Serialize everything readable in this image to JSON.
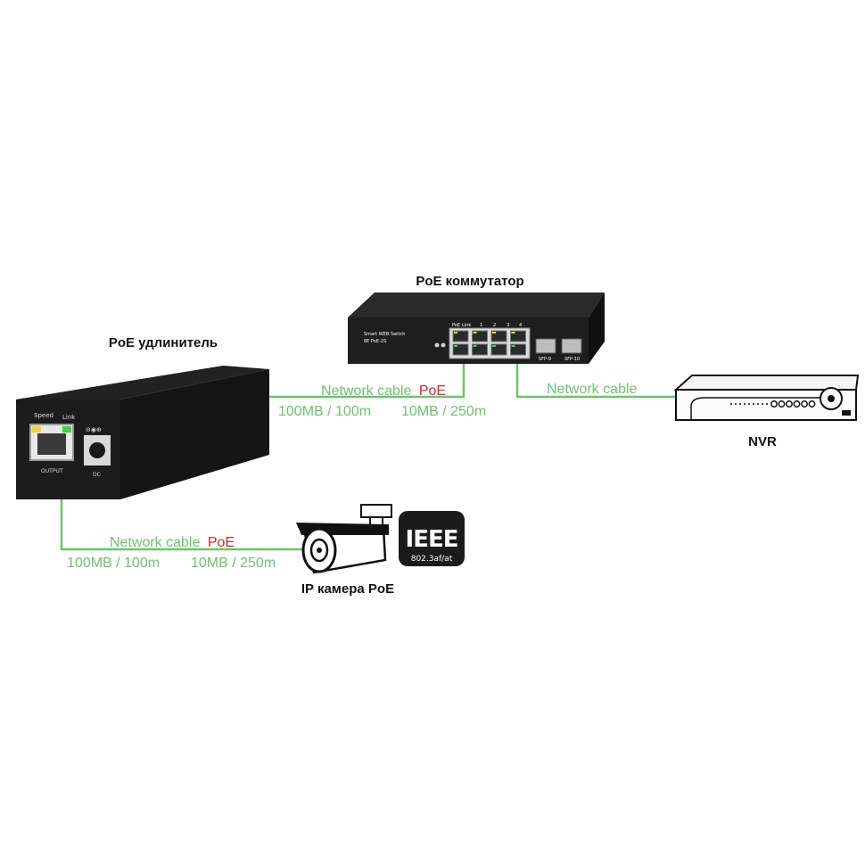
{
  "colors": {
    "cable": "#6cc36a",
    "poe": "#d12a2a",
    "device": "#1c1c1c",
    "device_side": "#0e0e0e",
    "nvr": "#f4f4f4"
  },
  "devices": {
    "switch": {
      "title": "PoE коммутатор",
      "panel_title": "Smart WEB Switch",
      "panel_model": "8E PoE-2S",
      "port_labels": [
        "PoE",
        "Link",
        "1",
        "2",
        "3",
        "4"
      ],
      "sfp_labels": [
        "SFP-9",
        "SFP-10"
      ],
      "port_count": 8
    },
    "extender": {
      "title": "PoE удлинитель",
      "speed_label": "Speed",
      "link_label": "Link",
      "output_label": "OUTPUT",
      "dc_label": "DC",
      "dc_symbol": "⊖◉⊕"
    },
    "nvr": {
      "title": "NVR"
    },
    "camera": {
      "title": "IP камера PoE"
    },
    "ieee_badge": {
      "logo": "IEEE",
      "standard": "802.3af/at"
    }
  },
  "connections": {
    "switch_extender": {
      "cable": "Network cable",
      "poe": "PoE",
      "spec_left": "100MB / 100m",
      "spec_right": "10MB / 250m"
    },
    "switch_nvr": {
      "cable": "Network cable"
    },
    "extender_camera": {
      "cable": "Network cable",
      "poe": "PoE",
      "spec_left": "100MB / 100m",
      "spec_right": "10MB / 250m"
    }
  }
}
